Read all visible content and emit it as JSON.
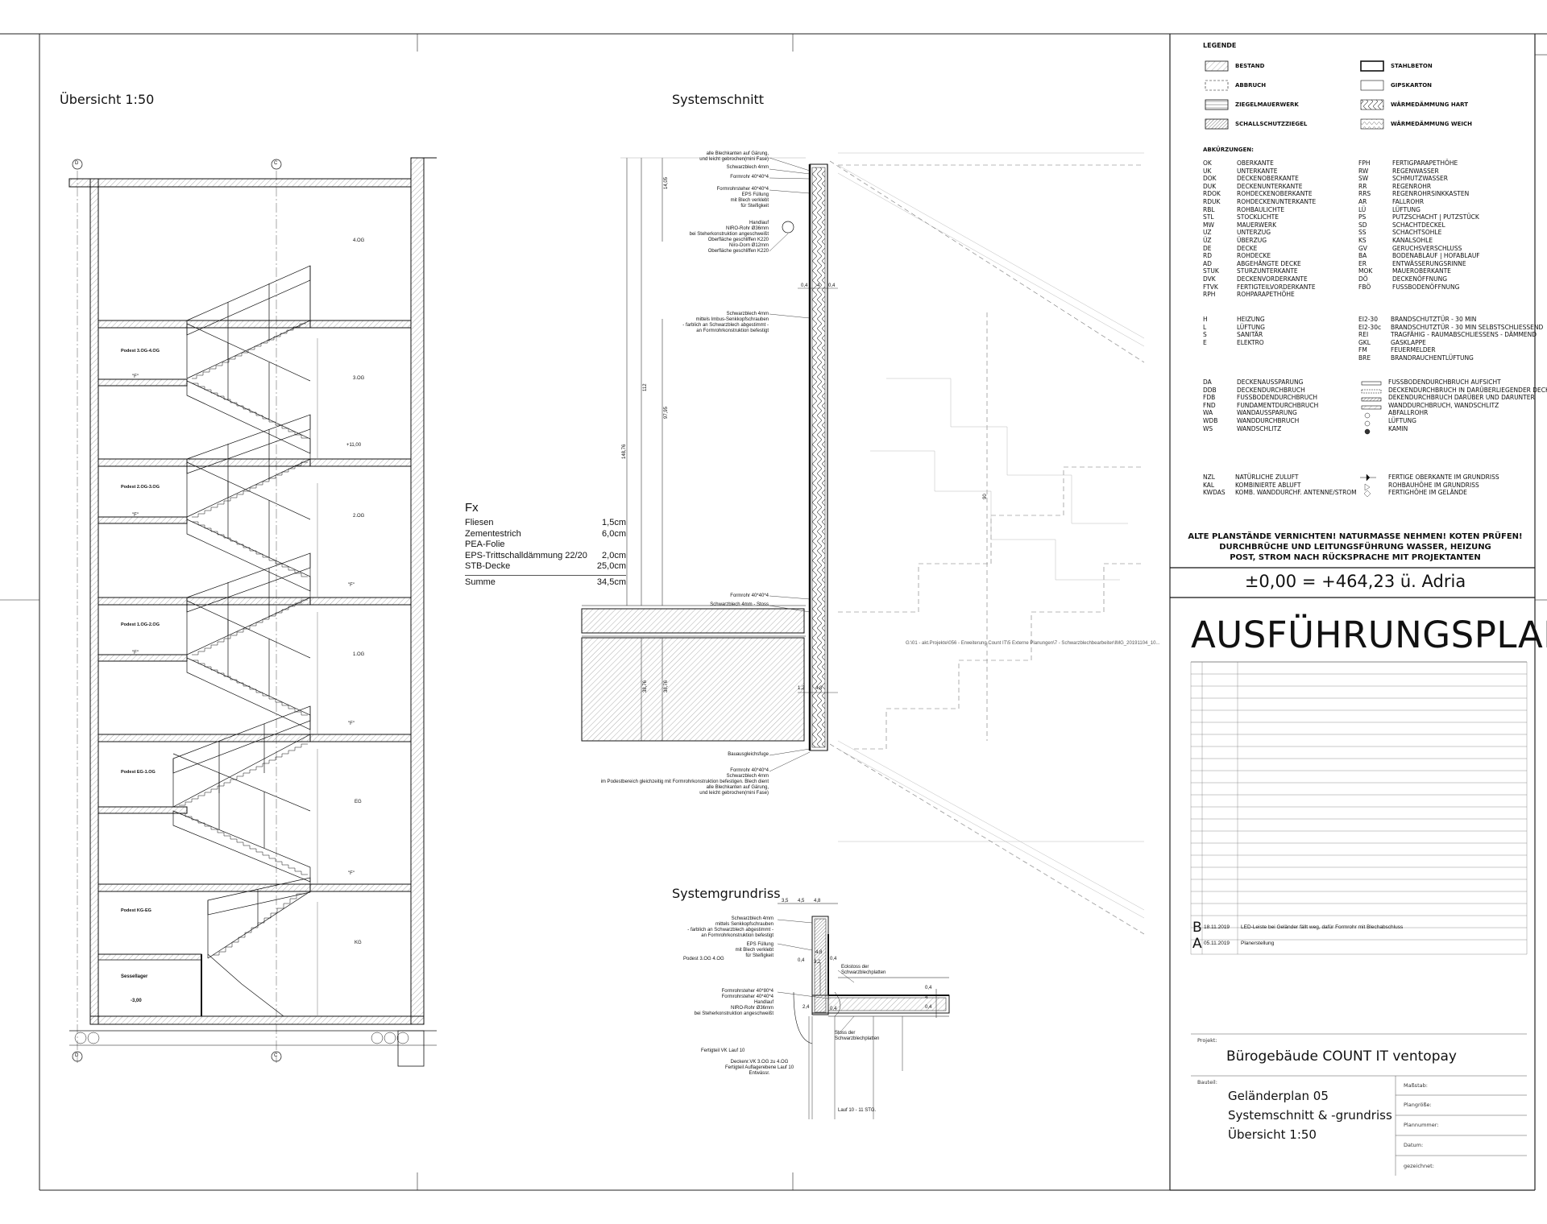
{
  "views": {
    "overview_title": "Übersicht 1:50",
    "section_title": "Systemschnitt",
    "plan_title": "Systemgrundriss"
  },
  "overview": {
    "axis_left": "D",
    "axis_right": "C",
    "floors": [
      "4.OG",
      "3.OG",
      "2.OG",
      "1.OG",
      "EG",
      "KG"
    ],
    "podests": [
      "Podest 3.OG-4.OG",
      "Podest 2.OG-3.OG",
      "Podest 1.OG-2.OG",
      "Podest EG-1.OG",
      "Podest KG-EG"
    ],
    "elevation_label": "+11,00",
    "basement_room": "Sessellager",
    "basement_level": "-3,00",
    "step_mark": "\"F\""
  },
  "fx_table": {
    "title": "Fx",
    "rows": [
      {
        "name": "Fliesen",
        "value": "1,5cm"
      },
      {
        "name": "Zementestrich",
        "value": "6,0cm"
      },
      {
        "name": "PEA-Folie",
        "value": ""
      },
      {
        "name": "EPS-Trittschalldämmung 22/20",
        "value": "2,0cm"
      },
      {
        "name": "STB-Decke",
        "value": "25,0cm"
      }
    ],
    "sum_label": "Summe",
    "sum_value": "34,5cm"
  },
  "section_annotations": {
    "a1": "alle Blechkanten auf Gärung,\nund leicht gebrochen(mini Fase)",
    "a2": "Schwarzblech 4mm",
    "a3": "Formrohr 40*40*4",
    "a4": "Formrohrsteher 40*40*4\nEPS Füllung\nmit Blech verklebt\nfür Steifigkeit",
    "a5": "Handlauf\nNIRO-Rohr Ø36mm\nbei Steherkonstruktion angeschweißt\nOberfläche geschliffen K220\nNiro-Dorn Ø12mm\nOberfläche geschliffen K220",
    "a6": "Schwarzblech 4mm\nmittels Imbus-Senkkopfschrauben\n- farblich an Schwarzblech abgestimmt -\nan Formrohrkonstruktion befestigt",
    "a7": "Formrohr 40*40*4",
    "a8": "Schwarzblech 4mm - Stoss",
    "a9": "Bauausgleichsfuge",
    "a10": "Formrohr 40*40*4\nSchwarzblech 4mm\nim Podestbereich gleichzeitig mit Formrohrkonstruktion befestigen. Blech dient\nalle Blechkanten auf Gärung,\nund leicht gebrochen(mini Fase)",
    "dims": [
      "14,05",
      "112",
      "148,76",
      "97,95",
      "90",
      "38,76",
      "38,76",
      "0,4",
      "4",
      "0,4",
      "1,2",
      "4,8"
    ],
    "file_ref": "G:\\01 - akt.Projekte\\056 - Erweiterung Count IT\\5 Externe Planungen\\7 - Schwarzblechbearbeiter\\IMG_20191104_10..."
  },
  "plan_annotations": {
    "b1": "Schwarzblech 4mm\nmittels Senkkopfschrauben\n- farblich an Schwarzblech abgestimmt -\nan Formrohrkonstruktion befestigt",
    "b2": "EPS Füllung\nmit Blech verklebt\nfür Steifigkeit",
    "b3": "Formrohrsteher 40*80*4\nFormrohrsteher 40*40*4\nHandlauf\nNIRO-Rohr Ø36mm\nbei Steherkonstruktion angeschweißt",
    "b4": "Eckstoss der\nSchwarzblechplatten",
    "b5": "Stoss der\nSchwarzblechplatten",
    "b6": "Fertigteil VK Lauf 10",
    "b7": "Deckenr.VK 3.OG zu 4.OG\nFertigteil Auflagerebene Lauf 10\nEntwässr.",
    "b8": "Lauf 10 - 11 STG.",
    "b9": "Podest 3.OG 4.OG",
    "dims": [
      "3,5",
      "4,5",
      "4,8",
      "4,8",
      "0,4",
      "3,2",
      "0,4",
      "0,4",
      "4",
      "0,4",
      "2,4",
      "0,4"
    ]
  },
  "legend": {
    "title": "LEGENDE",
    "materials": [
      {
        "label": "BESTAND",
        "pattern": "hatch"
      },
      {
        "label": "STAHLBETON",
        "pattern": "double"
      },
      {
        "label": "ABBRUCH",
        "pattern": "dashed"
      },
      {
        "label": "GIPSKARTON",
        "pattern": "plain"
      },
      {
        "label": "ZIEGELMAUERWERK",
        "pattern": "brick"
      },
      {
        "label": "WÄRMEDÄMMUNG HART",
        "pattern": "zigzag"
      },
      {
        "label": "SCHALLSCHUTZZIEGEL",
        "pattern": "dense"
      },
      {
        "label": "WÄRMEDÄMMUNG WEICH",
        "pattern": "wave"
      }
    ],
    "abbr_title": "ABKÜRZUNGEN:",
    "abbr_left": [
      [
        "OK",
        "OBERKANTE"
      ],
      [
        "UK",
        "UNTERKANTE"
      ],
      [
        "DOK",
        "DECKENOBERKANTE"
      ],
      [
        "DUK",
        "DECKENUNTERKANTE"
      ],
      [
        "RDOK",
        "ROHDECKENOBERKANTE"
      ],
      [
        "RDUK",
        "ROHDECKENUNTERKANTE"
      ],
      [
        "RBL",
        "ROHBAULICHTE"
      ],
      [
        "STL",
        "STOCKLICHTE"
      ],
      [
        "MW",
        "MAUERWERK"
      ],
      [
        "UZ",
        "UNTERZUG"
      ],
      [
        "ÜZ",
        "ÜBERZUG"
      ],
      [
        "DE",
        "DECKE"
      ],
      [
        "RD",
        "ROHDECKE"
      ],
      [
        "AD",
        "ABGEHÄNGTE DECKE"
      ],
      [
        "STUK",
        "STURZUNTERKANTE"
      ],
      [
        "DVK",
        "DECKENVORDERKANTE"
      ],
      [
        "FTVK",
        "FERTIGTEILVORDERKANTE"
      ],
      [
        "RPH",
        "ROHPARAPETHÖHE"
      ]
    ],
    "abbr_right": [
      [
        "FPH",
        "FERTIGPARAPETHÖHE"
      ],
      [
        "RW",
        "REGENWASSER"
      ],
      [
        "SW",
        "SCHMUTZWASSER"
      ],
      [
        "RR",
        "REGENROHR"
      ],
      [
        "RRS",
        "REGENROHRSINKKASTEN"
      ],
      [
        "AR",
        "FALLROHR"
      ],
      [
        "LÜ",
        "LÜFTUNG"
      ],
      [
        "PS",
        "PUTZSCHACHT | PUTZSTÜCK"
      ],
      [
        "SD",
        "SCHACHTDECKEL"
      ],
      [
        "SS",
        "SCHACHTSOHLE"
      ],
      [
        "KS",
        "KANALSOHLE"
      ],
      [
        "GV",
        "GERUCHSVERSCHLUSS"
      ],
      [
        "BA",
        "BODENABLAUF | HOFABLAUF"
      ],
      [
        "ER",
        "ENTWÄSSERUNGSRINNE"
      ],
      [
        "MOK",
        "MAUEROBERKANTE"
      ],
      [
        "DÖ",
        "DECKENÖFFNUNG"
      ],
      [
        "FBÖ",
        "FUSSBODENÖFFNUNG"
      ]
    ],
    "abbr2_left": [
      [
        "H",
        "HEIZUNG"
      ],
      [
        "L",
        "LÜFTUNG"
      ],
      [
        "S",
        "SANITÄR"
      ],
      [
        "E",
        "ELEKTRO"
      ]
    ],
    "abbr2_right": [
      [
        "EI2-30",
        "BRANDSCHUTZTÜR - 30 MIN"
      ],
      [
        "EI2-30c",
        "BRANDSCHUTZTÜR - 30 MIN SELBSTSCHLIESSEND"
      ],
      [
        "REI",
        "TRAGFÄHIG - RAUMABSCHLIESSENS - DÄMMEND"
      ],
      [
        "GKL",
        "GASKLAPPE"
      ],
      [
        "FM",
        "FEUERMELDER"
      ],
      [
        "BRE",
        "BRANDRAUCHENTLÜFTUNG"
      ]
    ],
    "abbr3_left": [
      [
        "DA",
        "DECKENAUSSPARUNG"
      ],
      [
        "DDB",
        "DECKENDURCHBRUCH"
      ],
      [
        "FDB",
        "FUSSBODENDURCHBRUCH"
      ],
      [
        "FND",
        "FUNDAMENTDURCHBRUCH"
      ],
      [
        "WA",
        "WANDAUSSPARUNG"
      ],
      [
        "WDB",
        "WANDDURCHBRUCH"
      ],
      [
        "WS",
        "WANDSCHLITZ"
      ]
    ],
    "abbr3_right": [
      "FUSSBODENDURCHBRUCH AUFSICHT",
      "DECKENDURCHBRUCH IN DARÜBERLIEGENDER DECKE",
      "DEKENDURCHBRUCH DARÜBER UND DARUNTER",
      "WANDDURCHBRUCH, WANDSCHLITZ",
      "ABFALLROHR",
      "LÜFTUNG",
      "KAMIN"
    ],
    "abbr4_left": [
      [
        "NZL",
        "NATÜRLICHE ZULUFT"
      ],
      [
        "KAL",
        "KOMBINIERTE ABLUFT"
      ],
      [
        "KWDAS",
        "KOMB. WANDDURCHF. ANTENNE/STROM"
      ]
    ],
    "abbr4_right": [
      "FERTIGE OBERKANTE IM GRUNDRISS",
      "ROHBAUHÖHE IM GRUNDRISS",
      "FERTIGHÖHE IM GELÄNDE"
    ]
  },
  "warning": {
    "line1": "ALTE PLANSTÄNDE VERNICHTEN! NATURMASSE NEHMEN! KOTEN PRÜFEN!",
    "line2": "DURCHBRÜCHE UND LEITUNGSFÜHRUNG WASSER, HEIZUNG",
    "line3": "POST, STROM NACH RÜCKSPRACHE MIT PROJEKTANTEN"
  },
  "datum": "±0,00 = +464,23 ü. Adria",
  "plan_type": "AUSFÜHRUNGSPLAN",
  "revisions": [
    {
      "letter": "B",
      "date": "18.11.2019",
      "text": "LED-Leiste bei Geländer fällt weg, dafür Formrohr mit Blechabschluss"
    },
    {
      "letter": "A",
      "date": "05.11.2019",
      "text": "Planerstellung"
    }
  ],
  "title_block": {
    "project_label": "Projekt:",
    "project_name": "Bürogebäude COUNT IT ventopay",
    "part_label": "Bauteil:",
    "part_lines": [
      "Geländerplan 05",
      "Systemschnitt & -grundriss",
      "Übersicht 1:50"
    ],
    "fields": [
      "Maßstab:",
      "Plangröße:",
      "Plannummer:",
      "Datum:",
      "gezeichnet:"
    ]
  }
}
